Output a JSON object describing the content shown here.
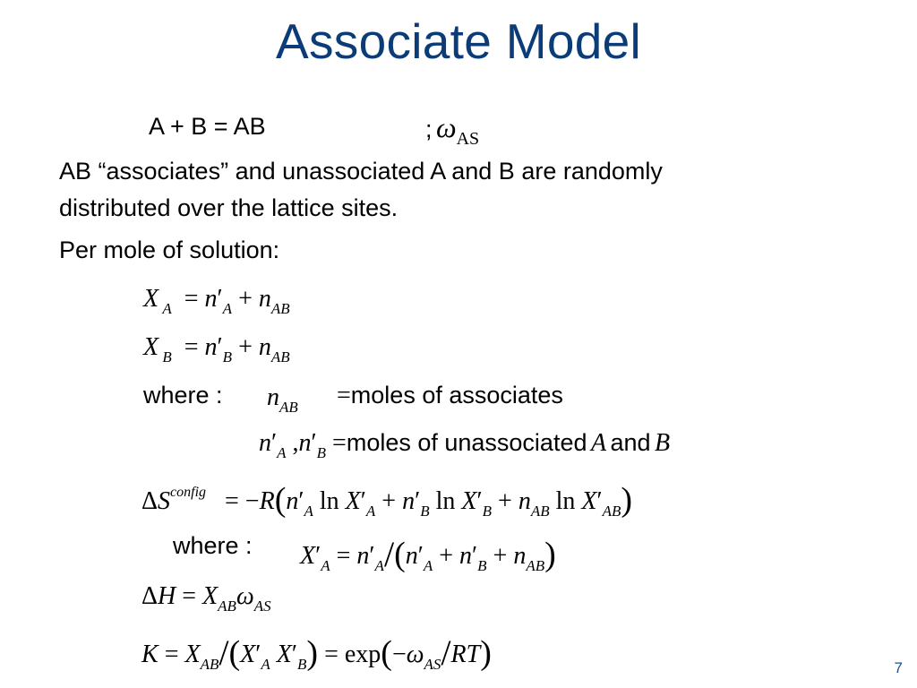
{
  "title": "Associate Model",
  "reaction": {
    "text": "A + B = AB",
    "sep": ";",
    "param_sub": "AS"
  },
  "paragraph1": {
    "line1": "AB “associates” and unassociated A and B are randomly",
    "line2": "distributed over the lattice sites."
  },
  "paragraph2": "Per mole of solution:",
  "where_label": "where :",
  "where_label2": "where :",
  "def1_text": "moles of associates",
  "def2_text": "moles of unassociated",
  "def2_and": "and",
  "page_number": "7"
}
